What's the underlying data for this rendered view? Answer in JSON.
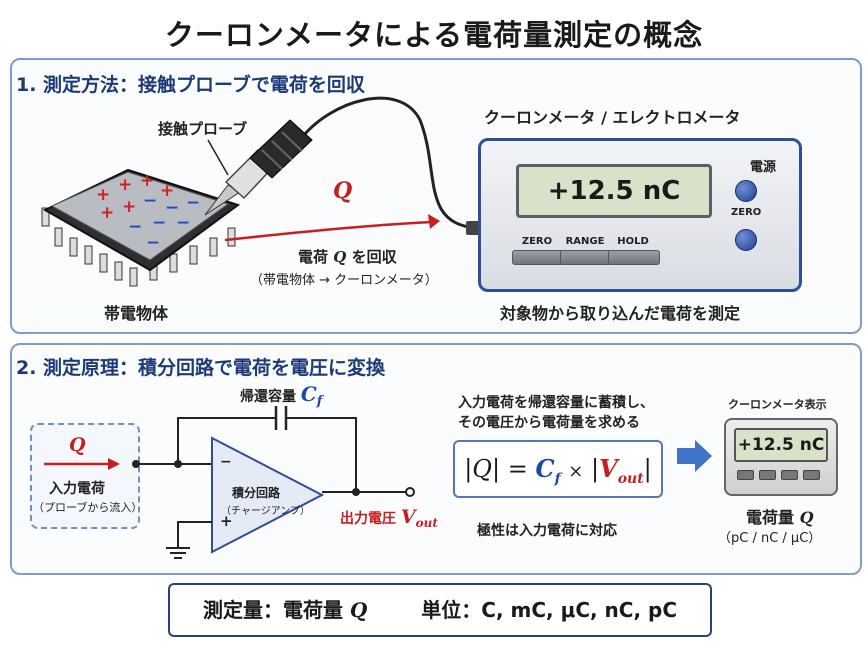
{
  "title": "クーロンメータによる電荷量測定の概念",
  "section1": {
    "heading": "1. 測定方法：接触プローブで電荷を回収",
    "probe_label": "接触プローブ",
    "charge_symbol": "Q",
    "collect_prefix": "電荷",
    "collect_q": "Q",
    "collect_suffix": "を回収",
    "collect_sub": "（帯電物体 → クーロンメータ）",
    "object_label": "帯電物体",
    "meter_title": "クーロンメータ / エレクトロメータ",
    "meter_display": "+12.5 nC",
    "power_label": "電源",
    "zero_side_label": "ZERO",
    "buttons": [
      "ZERO",
      "RANGE",
      "HOLD"
    ],
    "meter_caption": "対象物から取り込んだ電荷を測定"
  },
  "section2": {
    "heading": "2. 測定原理：積分回路で電荷を電圧に変換",
    "cap_label": "帰還容量",
    "cap_symbol_main": "C",
    "cap_symbol_sub": "f",
    "input_q": "Q",
    "input_label": "入力電荷",
    "input_sub": "（プローブから流入）",
    "opamp_label": "積分回路",
    "opamp_sub": "（チャージアンプ）",
    "minus": "−",
    "plus": "+",
    "output_label": "出力電圧",
    "vout_main": "V",
    "vout_sub": "out",
    "explain_line1": "入力電荷を帰還容量に蓄積し、",
    "explain_line2": "その電圧から電荷量を求める",
    "formula_q": "|Q|",
    "formula_eq": "=",
    "formula_c": "C",
    "formula_c_sub": "f",
    "formula_times": "×",
    "formula_v": "V",
    "formula_v_sub": "out",
    "polarity_note": "極性は入力電荷に対応",
    "display_title": "クーロンメータ表示",
    "display_value": "+12.5 nC",
    "result_label": "電荷量",
    "result_q": "Q",
    "result_units": "（pC / nC / μC）"
  },
  "summary": {
    "label": "測定量：電荷量",
    "q": "Q",
    "units": "単位：C, mC, μC, nC, pC"
  },
  "colors": {
    "accent_blue": "#1c3a78",
    "charge_red": "#c81e1e",
    "plus_red": "#d02020",
    "minus_blue": "#2050c0"
  }
}
